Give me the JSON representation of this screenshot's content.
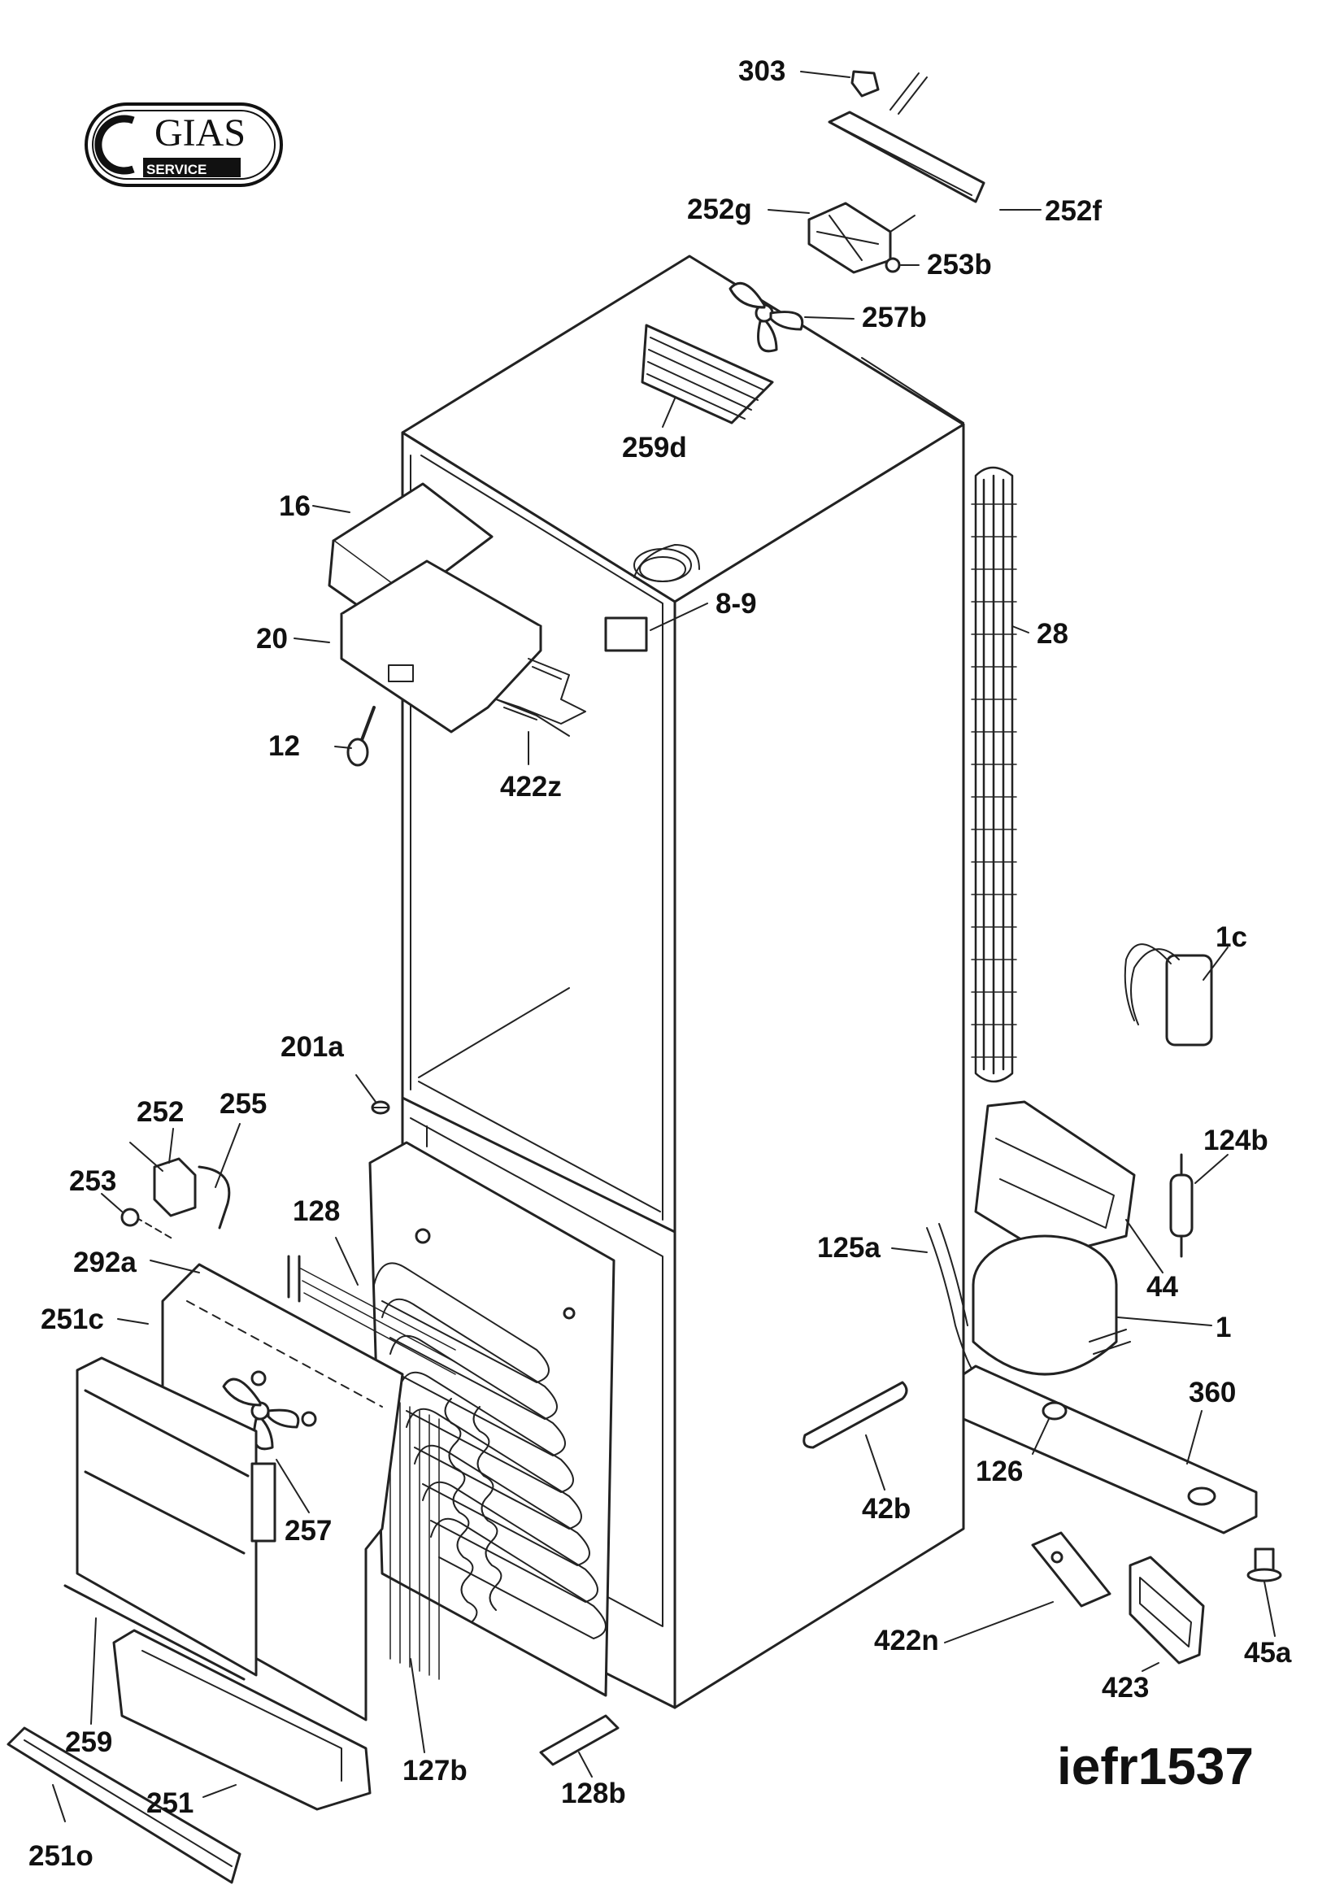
{
  "logo": {
    "name": "GIAS",
    "sub": "SERVICE"
  },
  "diagram_code": "iefr1537",
  "part_labels": {
    "p303": "303",
    "p252f": "252f",
    "p252g": "252g",
    "p253b": "253b",
    "p257b": "257b",
    "p259d": "259d",
    "p16": "16",
    "p20": "20",
    "p12": "12",
    "p422z": "422z",
    "p8_9": "8-9",
    "p28": "28",
    "p1c": "1c",
    "p201a": "201a",
    "p252": "252",
    "p255": "255",
    "p253": "253",
    "p128": "128",
    "p292a": "292a",
    "p251c": "251c",
    "p124b": "124b",
    "p125a": "125a",
    "p44": "44",
    "p1": "1",
    "p360": "360",
    "p126": "126",
    "p42b": "42b",
    "p257": "257",
    "p259": "259",
    "p422n": "422n",
    "p423": "423",
    "p45a": "45a",
    "p127b": "127b",
    "p128b": "128b",
    "p251": "251",
    "p251o": "251o"
  }
}
